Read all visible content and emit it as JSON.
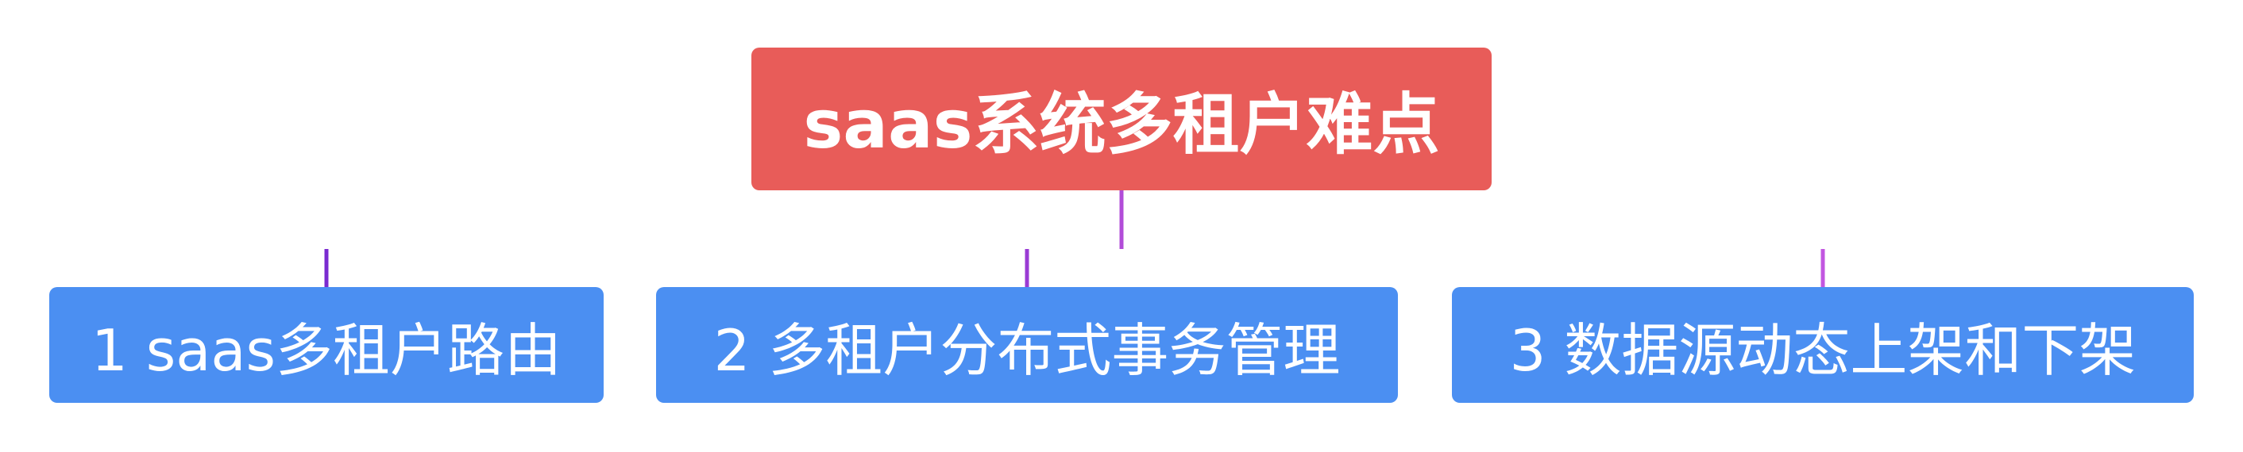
{
  "diagram": {
    "root": {
      "label": "saas系统多租户难点",
      "color": "#e85c59"
    },
    "children": [
      {
        "label": "1 saas多租户路由"
      },
      {
        "label": "2 多租户分布式事务管理"
      },
      {
        "label": "3 数据源动态上架和下架"
      }
    ],
    "colors": {
      "child_fill": "#4b8ff2",
      "connector_left": "#7a2bd0",
      "connector_right": "#c256e0",
      "text": "#ffffff"
    }
  }
}
